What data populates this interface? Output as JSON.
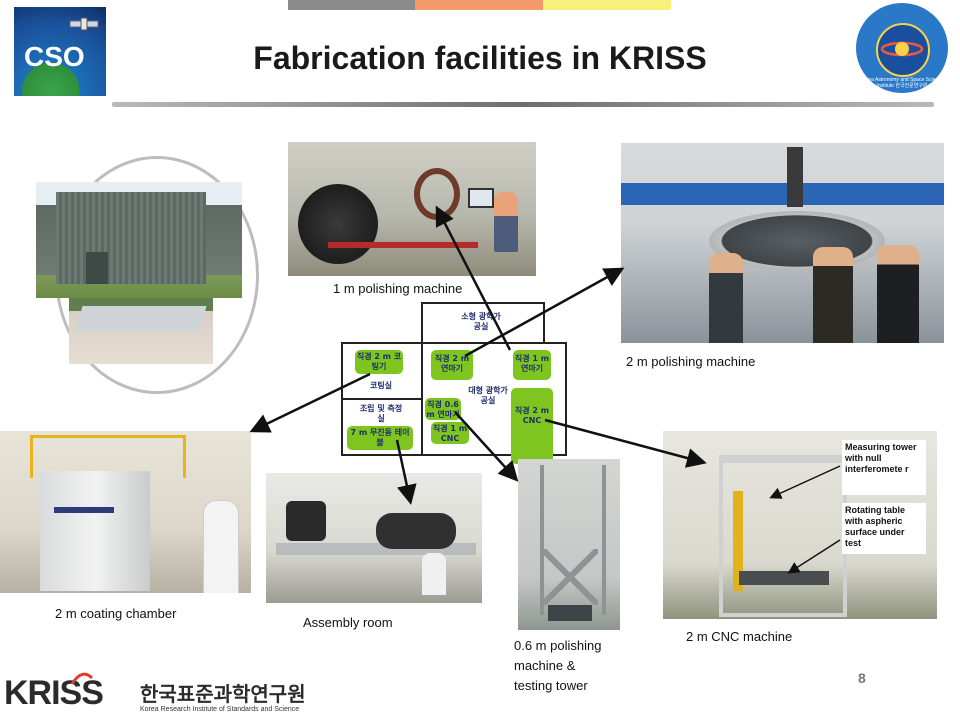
{
  "header": {
    "title": "Fabrication facilities in KRISS",
    "left_logo_text": "CSO",
    "right_logo_text": "Korea Astronomy and Space Science Institute 한국천문연구원",
    "bar_colors": [
      "#8a8a8a",
      "#f29a68",
      "#f7f07a"
    ]
  },
  "captions": {
    "polishing_1m": "1 m polishing machine",
    "polishing_2m": "2 m polishing machine",
    "coating": "2 m coating chamber",
    "assembly": "Assembly room",
    "tower_line1": "0.6 m polishing",
    "tower_line2": "machine &",
    "tower_line3": "testing tower",
    "cnc": "2 m CNC machine"
  },
  "notes": {
    "measuring": "Measuring tower with null interferomete r",
    "rotating": "Rotating table with aspheric surface under test"
  },
  "floorplan": {
    "small_room_title": "소형 광학가공실",
    "coat_label": "직경 2 m 코팅기",
    "coat_room": "코팅실",
    "assembly_room": "조립 및 측정실",
    "table_label": "7 m 무진동 테이블",
    "polish2_label": "직경 2 m 연마기",
    "polish1_label": "직경 1 m 연마기",
    "large_room": "대형 광학가공실",
    "polish06_label": "직경 0.6 m 연마기",
    "cnc1_label": "직경 1 m CNC",
    "cnc2_label": "직경 2 m CNC"
  },
  "footer": {
    "page_number": "8",
    "logo_main": "KRISS",
    "logo_korean": "한국표준과학연구원",
    "logo_english": "Korea Research Institute of Standards and Science"
  },
  "colors": {
    "plan_green": "#7ec61f",
    "plan_text": "#1d2c6b",
    "arrow": "#111111"
  }
}
